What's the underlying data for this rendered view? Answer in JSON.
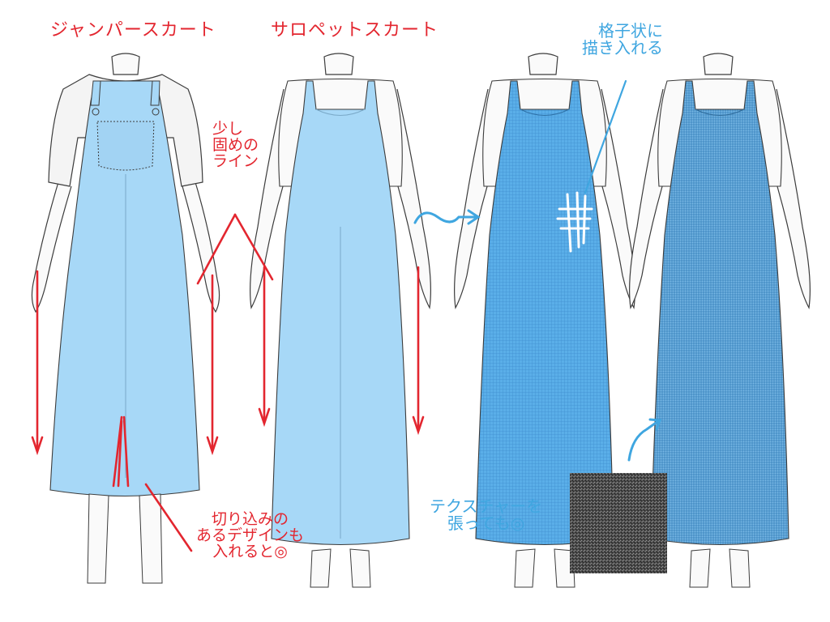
{
  "titles": {
    "jumper_skirt": "ジャンパースカート",
    "salopette_skirt": "サロペットスカート"
  },
  "notes": {
    "slightly_stiff_line": [
      "少し",
      "固めの",
      "ライン"
    ],
    "slit_design": [
      "切り込みの",
      "あるデザインも",
      "入れると◎"
    ],
    "grid_drawing": [
      "格子状に",
      "描き入れる"
    ],
    "texture": [
      "テクスチャーを",
      "張っても◎"
    ]
  },
  "colors": {
    "annotation_red": "#e3262f",
    "annotation_blue": "#3fa6e0",
    "denim_light": "#a7d8f7",
    "denim_mid": "#5aaee8",
    "denim_textured": "#4f9fd6",
    "shirt": "#f4f4f4",
    "texture_swatch": "#4a4a4a",
    "outline": "#3c3c3c"
  },
  "icons": [
    "arrow-right-icon",
    "grid-hatch-icon",
    "curved-arrow-icon",
    "down-arrow-icon"
  ]
}
